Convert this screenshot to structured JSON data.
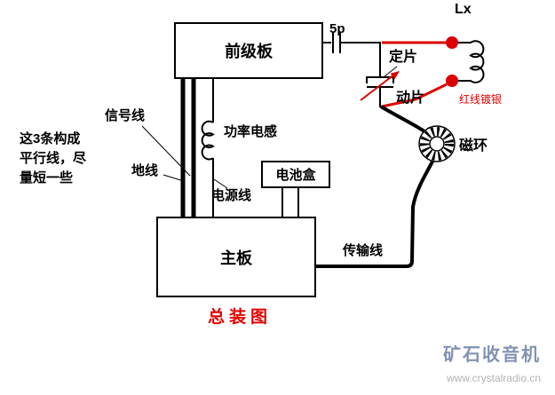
{
  "colors": {
    "line": "#000000",
    "red_wire": "#dd0000",
    "title_red": "#e60000",
    "watermark_name": "#8193b3",
    "watermark_url": "#b3b3b3"
  },
  "boxes": {
    "front_stage": {
      "label": "前级板"
    },
    "battery_box": {
      "label": "电池盒"
    },
    "main_board": {
      "label": "主板"
    }
  },
  "labels": {
    "cap_5p": "5p",
    "lx": "Lx",
    "stator": "定片",
    "rotor": "动片",
    "red_wire_note": "红线镀银",
    "magnetic_ring": "磁环",
    "signal_line": "信号线",
    "power_inductor": "功率电感",
    "ground_line": "地线",
    "power_line": "电源线",
    "transmission_line": "传输线"
  },
  "note": {
    "line1": "这3条构成",
    "line2": "平行线，尽",
    "line3": "量短一些"
  },
  "title": "总装图",
  "watermark": {
    "name": "矿石收音机",
    "url": "www.crystalradio.cn"
  }
}
